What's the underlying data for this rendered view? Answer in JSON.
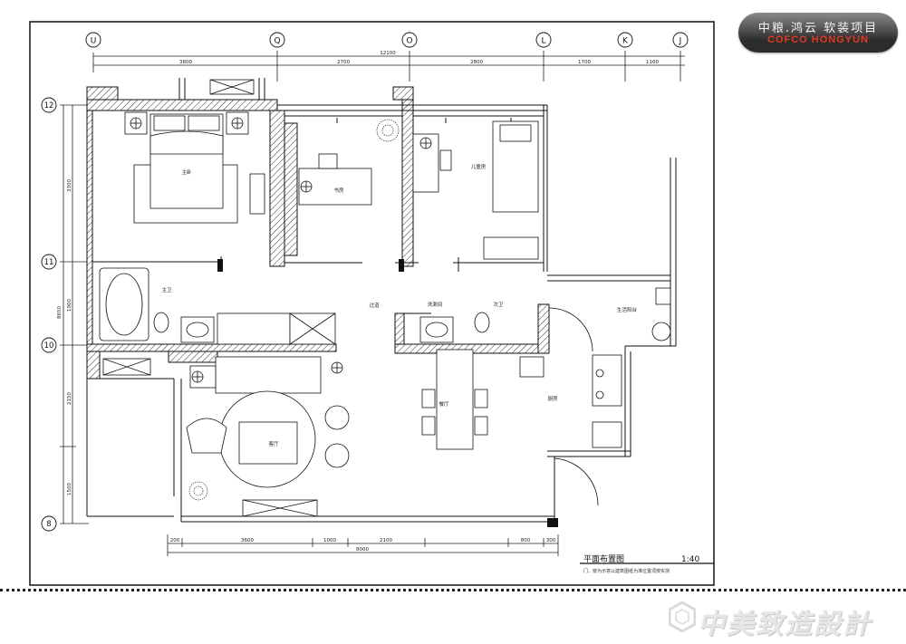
{
  "brand": {
    "project_cn": "中粮.鸿云  软装项目",
    "project_en": "COFCO HONGYUN",
    "footer_logo": "中美致造設計"
  },
  "drawing": {
    "title": "平面布置图",
    "scale": "1:40",
    "note": "门、窗为示意以建筑图纸为准位置须按实测"
  },
  "axes": {
    "columns": [
      "U",
      "Q",
      "O",
      "L",
      "K",
      "J"
    ],
    "rows": [
      "12",
      "11",
      "10",
      "8"
    ]
  },
  "dimensions": {
    "top_total": "12100",
    "top_segments": [
      "3800",
      "2700",
      "2800",
      "1700",
      "1100"
    ],
    "bottom_total": "8000",
    "bottom_segments": [
      "200",
      "3600",
      "1000",
      "2100",
      "800",
      "300"
    ],
    "left_total": "8650",
    "left_segments": [
      "3300",
      "1900",
      "2150",
      "1500"
    ]
  },
  "rooms": {
    "master_bed": "主卧",
    "study": "书房",
    "child_room": "儿童房",
    "bath_main": "主卫",
    "corridor": "过道",
    "wash": "洗漱间",
    "bath2": "次卫",
    "laundry": "生活阳台",
    "dining": "餐厅",
    "kitchen": "厨房",
    "living": "客厅"
  }
}
